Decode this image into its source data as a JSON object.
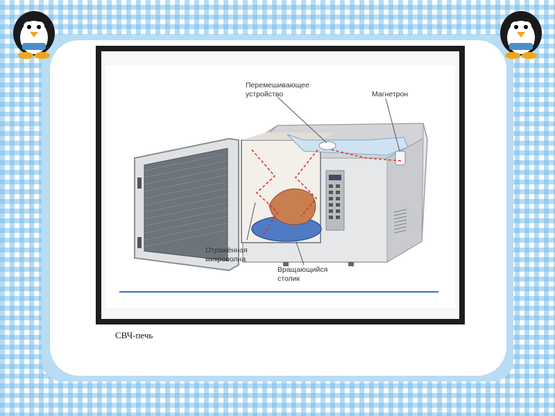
{
  "diagram": {
    "labels": {
      "stirrer": [
        "Перемешивающее",
        "устройство"
      ],
      "magnetron": "Магнетрон",
      "reflected_wave": [
        "Отражённая",
        "микроволна"
      ],
      "turntable": [
        "Вращающийся",
        "столик"
      ]
    }
  },
  "caption": "СВЧ-печь",
  "decor": {
    "mascot_icon": "penguin-icon",
    "border_color": "#78bee9",
    "frame_color": "#b8dcf3",
    "accent_line_color": "#3a6fc4"
  }
}
